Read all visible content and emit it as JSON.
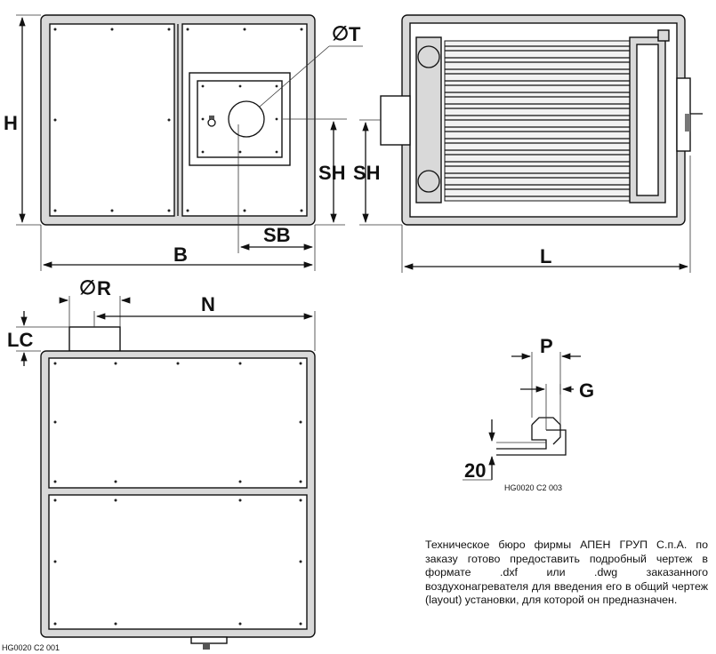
{
  "labels": {
    "front_height": "H",
    "front_width": "B",
    "side_length": "L",
    "outlet_diameter": "T",
    "outlet_height_front": "SH",
    "outlet_height_side": "SH",
    "outlet_offset": "SB",
    "flue_diameter": "R",
    "flue_offset": "N",
    "flue_height": "LC",
    "flange_width": "P",
    "flange_gap": "G",
    "flange_step": "20",
    "diameter_symbol": "∅"
  },
  "drawing_codes": {
    "detail": "HG0020 C2 003",
    "main": "HG0020 C2 001"
  },
  "note": "Техническое бюро фирмы АПЕН ГРУП С.п.А. по заказу готово предоставить подробный чертеж в формате .dxf или .dwg заказанного воздухонагревателя для введения его в общий чертеж (layout) установки, для которой он предназначен."
}
